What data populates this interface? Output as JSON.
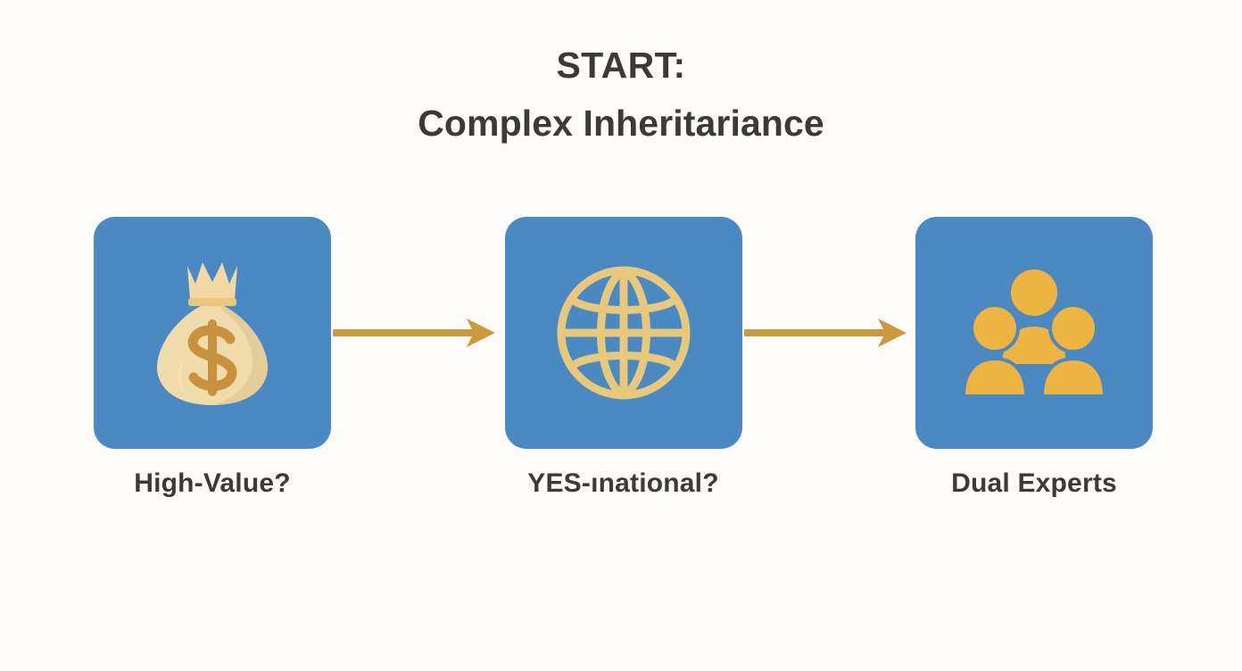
{
  "title": {
    "line1": "START:",
    "line2": "Complex Inheritariance"
  },
  "colors": {
    "background": "#fdfcfb",
    "card": "#4a89c2",
    "arrow": "#ca9a3c",
    "title_text": "#3a3a38",
    "label_text": "#3a3a38",
    "icon_gold": "#edb442",
    "icon_tan": "#e8c87a",
    "icon_cream": "#f0dcab",
    "icon_bronze": "#c8913c"
  },
  "nodes": [
    {
      "id": "node-1",
      "icon": "money-bag-icon",
      "label": "High-Value?"
    },
    {
      "id": "node-2",
      "icon": "globe-icon",
      "label": "YES-ınational?"
    },
    {
      "id": "node-3",
      "icon": "people-group-icon",
      "label": "Dual Experts"
    }
  ],
  "arrows": [
    {
      "id": "arrow-1",
      "from": "node-1",
      "to": "node-2",
      "direction": "right"
    },
    {
      "id": "arrow-2",
      "from": "node-2",
      "to": "node-3",
      "direction": "right"
    }
  ]
}
